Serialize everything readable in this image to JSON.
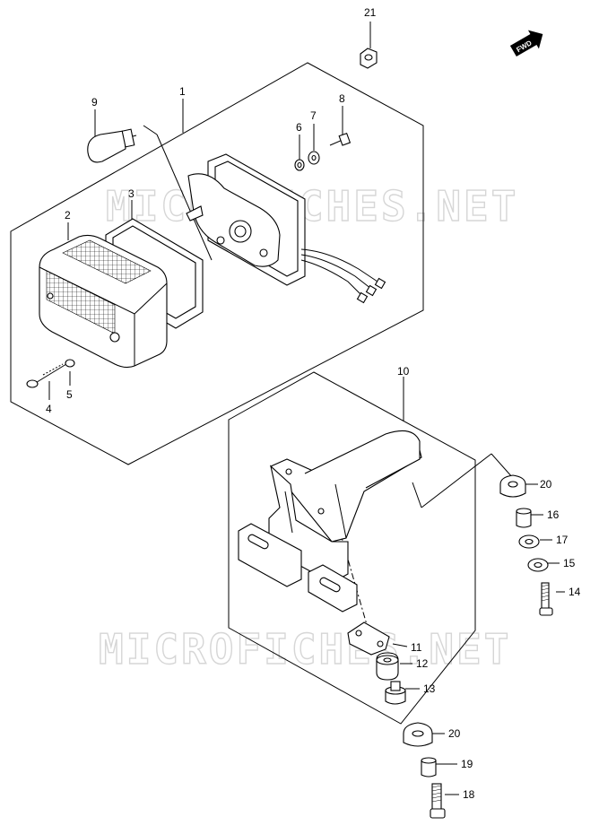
{
  "diagram": {
    "fwd_label": "FWD",
    "watermark": "MICROFICHES.NET",
    "callouts": {
      "p1": "1",
      "p2": "2",
      "p3": "3",
      "p4": "4",
      "p5": "5",
      "p6": "6",
      "p7": "7",
      "p8": "8",
      "p9": "9",
      "p10": "10",
      "p11": "11",
      "p12": "12",
      "p13": "13",
      "p14": "14",
      "p15": "15",
      "p16": "16",
      "p17": "17",
      "p18": "18",
      "p19": "19",
      "p20a": "20",
      "p20b": "20",
      "p21": "21"
    }
  }
}
